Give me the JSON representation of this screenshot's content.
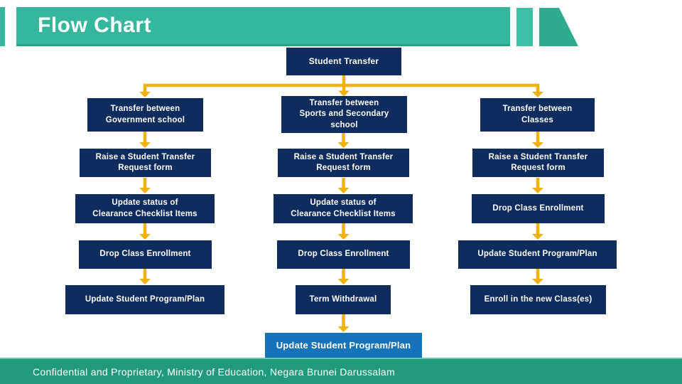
{
  "slide": {
    "title": "Flow Chart",
    "footer_text": "Confidential and Proprietary, Ministry of Education, Negara Brunei Darussalam"
  },
  "colors": {
    "header_teal": "#35B79D",
    "accent_rect_teal": "#3EC0A6",
    "accent_trapezoid_teal": "#2EAB90",
    "footer_teal": "#21997B",
    "node_navy": "#0E2C5E",
    "arrow_gold": "#F2B20A",
    "highlight_blue": "#1573B9",
    "node_text": "#FFFFFF"
  },
  "flowchart": {
    "root": "Student Transfer",
    "columns": [
      {
        "steps": [
          "Transfer between\nGovernment school",
          "Raise a Student Transfer\nRequest form",
          "Update status of\nClearance Checklist Items",
          "Drop Class Enrollment",
          "Update Student Program/Plan"
        ]
      },
      {
        "steps": [
          "Transfer between\nSports and Secondary\nschool",
          "Raise a Student Transfer\nRequest form",
          "Update status of\nClearance Checklist Items",
          "Drop Class Enrollment",
          "Term Withdrawal",
          "Update Student Program/Plan"
        ]
      },
      {
        "steps": [
          "Transfer between\nClasses",
          "Raise a Student Transfer\nRequest form",
          "Drop Class Enrollment",
          "Update Student Program/Plan",
          "Enroll in the new Class(es)"
        ]
      }
    ]
  }
}
